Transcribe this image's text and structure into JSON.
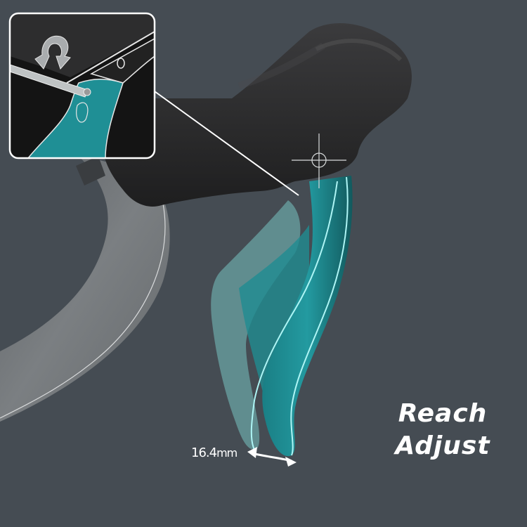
{
  "title": {
    "line1": "Reach",
    "line2": "Adjust"
  },
  "measurement": {
    "value": "16.4",
    "unit": "mm"
  },
  "icons": {
    "inset": "rotate-arrow-icon",
    "tool": "hex-key-icon",
    "pivot": "crosshair-icon",
    "range": "double-arrow-icon"
  },
  "colors": {
    "background": "#454c53",
    "lever_teal": "#1f8f95",
    "lever_teal_dark": "#14666b",
    "lever_ghost": "#5f9a9a",
    "outline_cyan": "#aef5f5",
    "hood": "#2b2b2c",
    "handlebar": "#74787b",
    "text": "#ffffff"
  }
}
